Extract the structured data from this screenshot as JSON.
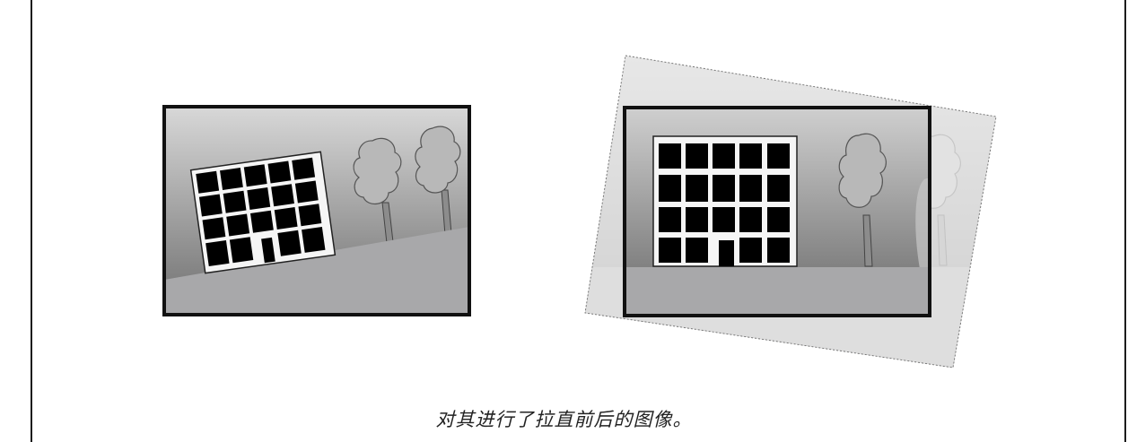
{
  "caption": "对其进行了拉直前后的图像。",
  "figures": [
    {
      "name": "before-straightening",
      "tilt_degrees": -8
    },
    {
      "name": "after-straightening",
      "rotation_degrees": 8,
      "crop_frame": "highlighted"
    }
  ],
  "colors": {
    "frame_border": "#111111",
    "sky_top": "#d6d6d6",
    "sky_bottom": "#6a6a6a",
    "ground": "#a7a7a9",
    "building_fill": "#f5f5f5",
    "windows": "#000000",
    "tree_fill": "#b8b8b8",
    "faded_overlay": "#f2f2f2"
  }
}
